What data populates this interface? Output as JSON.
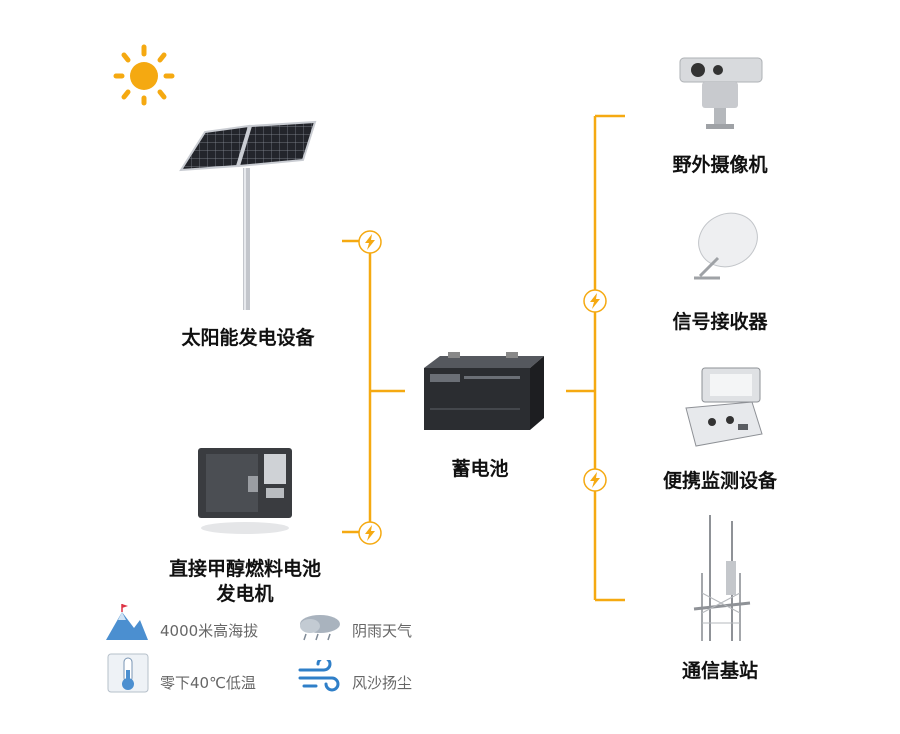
{
  "colors": {
    "wire": "#f5a911",
    "sun": "#f5a911",
    "text": "#111111",
    "muted": "#666666"
  },
  "sources": {
    "solar": {
      "label": "太阳能发电设备",
      "icon": "solar-panel-icon"
    },
    "fuelcell": {
      "label_line1": "直接甲醇燃料电池",
      "label_line2": "发电机",
      "icon": "fuel-cell-generator-icon"
    }
  },
  "storage": {
    "label": "蓄电池",
    "icon": "battery-icon"
  },
  "loads": [
    {
      "label": "野外摄像机",
      "icon": "camera-icon"
    },
    {
      "label": "信号接收器",
      "icon": "satellite-dish-icon"
    },
    {
      "label": "便携监测设备",
      "icon": "monitoring-case-icon"
    },
    {
      "label": "通信基站",
      "icon": "antenna-tower-icon"
    }
  ],
  "conditions": [
    {
      "text": "4000米高海拔",
      "icon": "mountain-icon"
    },
    {
      "text": "阴雨天气",
      "icon": "rain-cloud-icon"
    },
    {
      "text": "零下40℃低温",
      "icon": "thermometer-icon"
    },
    {
      "text": "风沙扬尘",
      "icon": "wind-icon"
    }
  ]
}
